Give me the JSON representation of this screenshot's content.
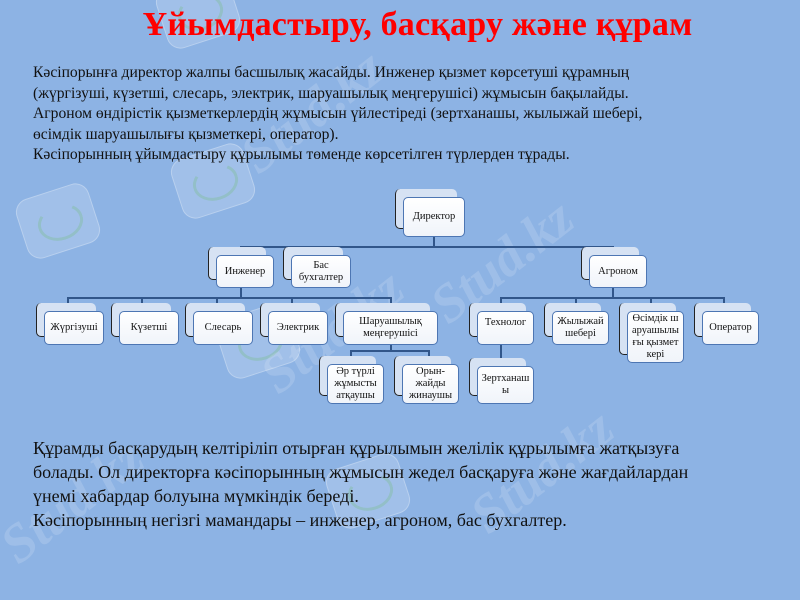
{
  "slide": {
    "title": "Ұйымдастыру, басқару және құрам",
    "intro_lines": [
      "Кәсіпорынға директор жалпы басшылық жасайды.  Инженер  қызмет көрсетуші құрамның",
      "(жүргізуші, күзетші, слесарь, электрик, шаруашылық меңгерушісі) жұмысын бақылайды.",
      "Агроном өндірістік қызметкерлердің жұмысын үйлестіреді (зертханашы, жылыжай  шебері,",
      "өсімдік шаруашылығы қызметкері, оператор).",
      "Кәсіпорынның ұйымдастыру құрылымы төменде көрсетілген түрлерден  тұрады."
    ],
    "conclusion_lines": [
      "Құрамды басқарудың келтіріліп отырған құрылымын желілік құрылымға жатқызуға",
      "болады. Ол директорға кәсіпорынның жұмысын жедел басқаруға және жағдайлардан",
      "үнемі хабардар болуына мүмкіндік береді.",
      "Кәсіпорынның  негізгі мамандары –  инженер, агроном, бас бухгалтер."
    ],
    "watermark_text": "Stud.kz",
    "colors": {
      "background": "#8db3e4",
      "title": "#ff0000",
      "connector": "#31568a",
      "box_border": "#4d76b3"
    }
  },
  "org_chart": {
    "director": "Директор",
    "level2": {
      "engineer": "Инженер",
      "chief_accountant": "Бас бухгалтер",
      "agronomist": "Агроном"
    },
    "engineer_staff": [
      "Жүргізуші",
      "Күзетші",
      "Слесарь",
      "Электрик",
      "Шаруашылық меңгерушісі"
    ],
    "household_staff": [
      "Әр түрлі жұмысты атқаушы",
      "Орын-жайды жинаушы"
    ],
    "agronomist_staff": [
      "Технолог",
      "Жылыжай шебері",
      "Өсімдік шаруашылығы қызметкері",
      "Оператор"
    ],
    "technologist_staff": [
      "Зертханашы"
    ]
  }
}
